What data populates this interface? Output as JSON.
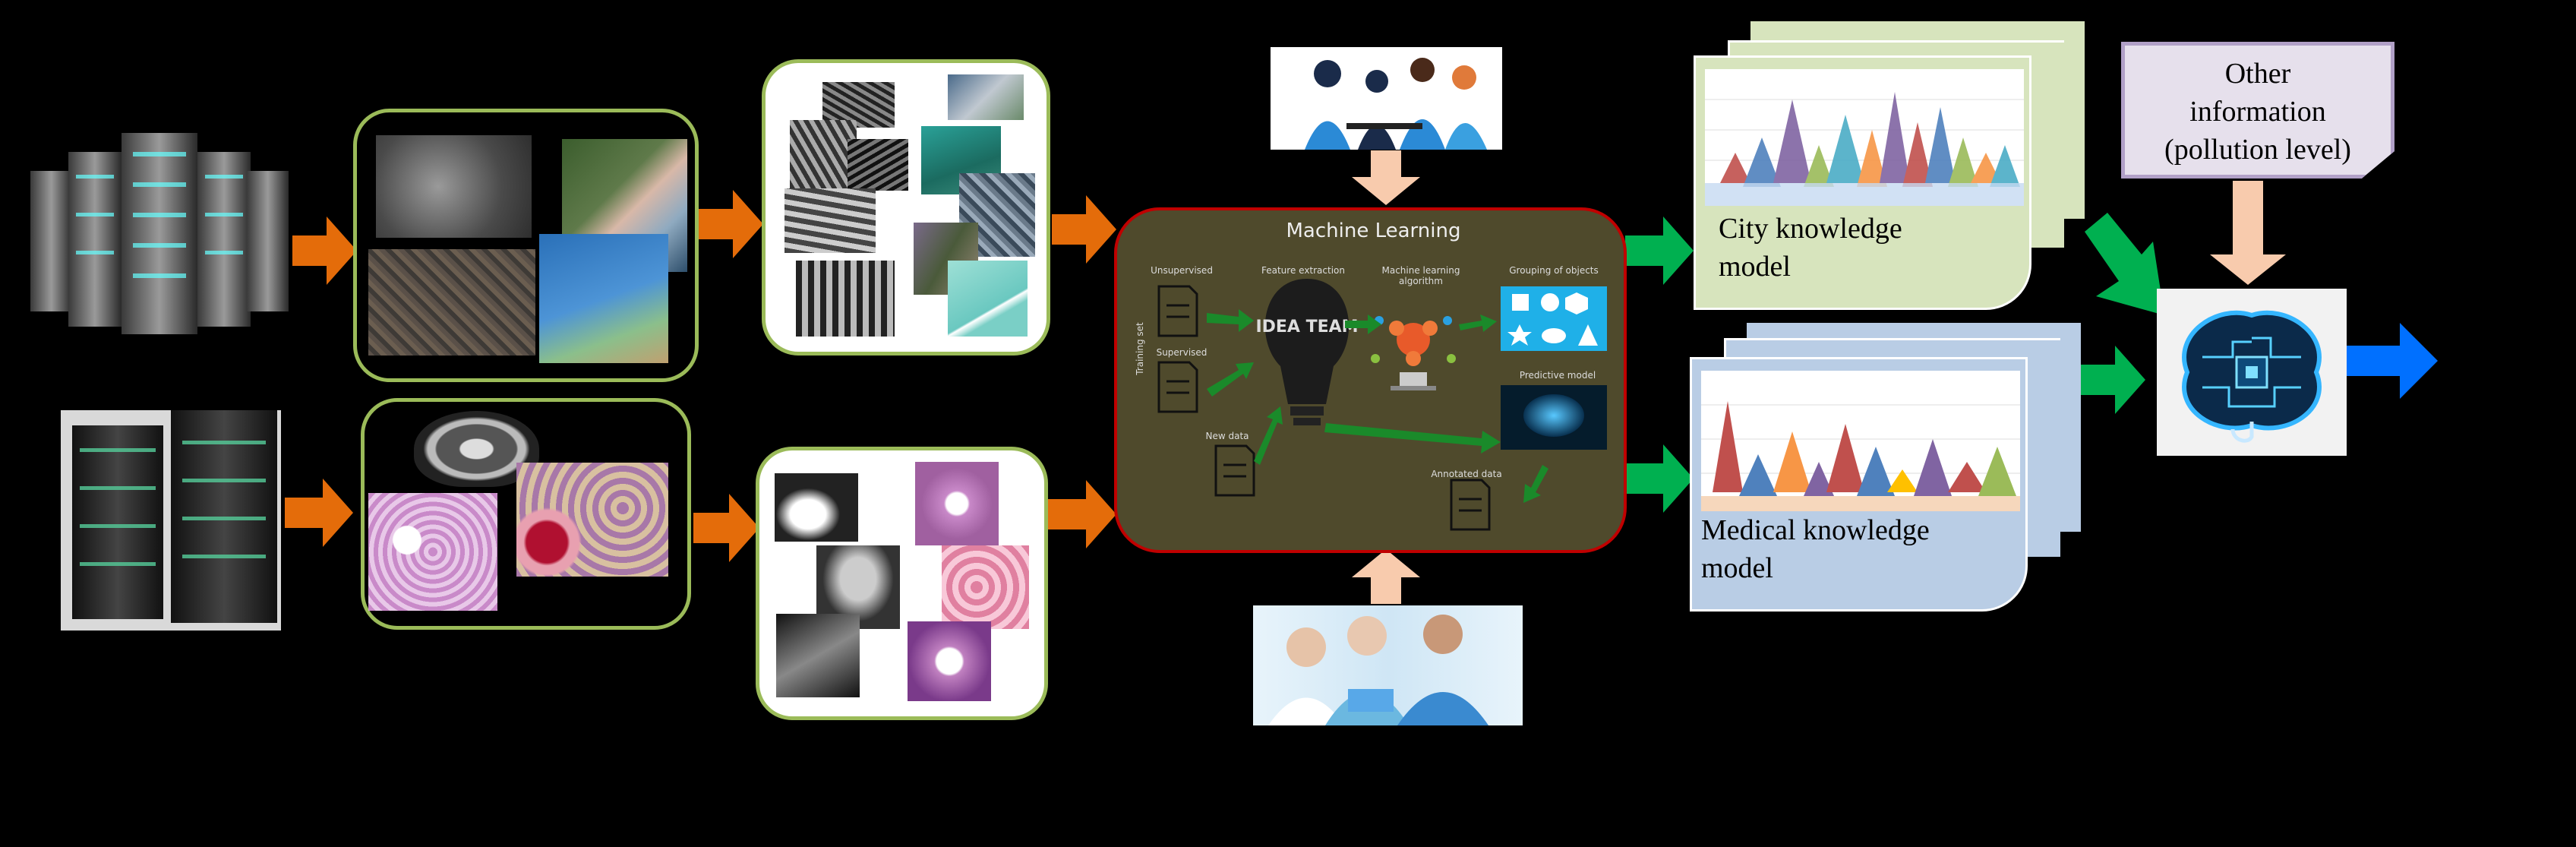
{
  "machine_learning": {
    "title": "Machine Learning",
    "training_set": "Training set",
    "unsupervised": "Unsupervised",
    "supervised": "Supervised",
    "feature_extraction": "Feature extraction",
    "ml_algorithm": "Machine learning\nalgorithm",
    "grouping": "Grouping of objects",
    "predictive": "Predictive model",
    "new_data": "New data",
    "annotated": "Annotated data",
    "word_cloud": "IDEA TEAM"
  },
  "knowledge": {
    "city_label": "City knowledge\nmodel",
    "medical_label": "Medical knowledge\nmodel"
  },
  "other_info": {
    "text": "Other\ninformation\n(pollution level)"
  },
  "colors": {
    "orange_arrow": "#e46c0a",
    "green_arrow": "#00b050",
    "blue_arrow": "#0070ff",
    "peach_arrow": "#f8cbad",
    "green_border": "#9bbb59",
    "ml_bg": "#4f4a2c",
    "ml_border": "#c00000",
    "city_paper": "#d7e4bd",
    "medical_paper": "#b9cde5",
    "other_paper": "#e6e0ec"
  }
}
